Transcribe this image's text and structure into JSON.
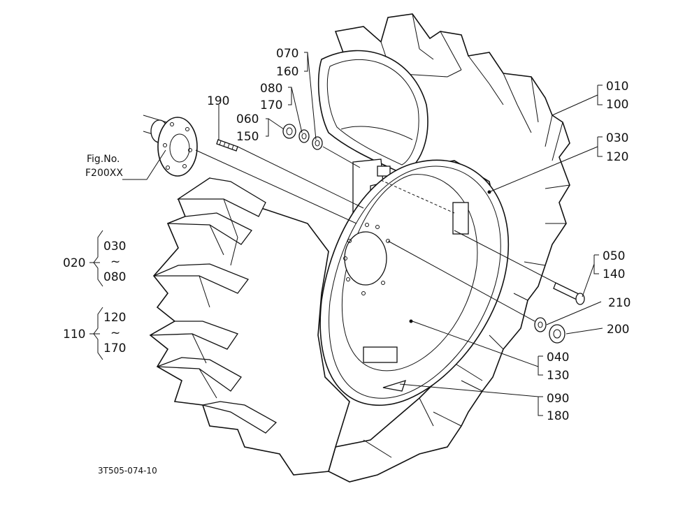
{
  "drawing": {
    "figure_ref": {
      "line1": "Fig.No.",
      "line2": "F200XX"
    },
    "drawing_number": "3T505-074-10",
    "callouts": {
      "c010": "010",
      "c100": "100",
      "c030": "030",
      "c120": "120",
      "c050": "050",
      "c140": "140",
      "c210": "210",
      "c200": "200",
      "c040": "040",
      "c130": "130",
      "c090": "090",
      "c180": "180",
      "c070": "070",
      "c160": "160",
      "c080": "080",
      "c170": "170",
      "c060": "060",
      "c150": "150",
      "c190": "190"
    },
    "groups": [
      {
        "id": "020",
        "from": "030",
        "tilde": "~",
        "to": "080"
      },
      {
        "id": "110",
        "from": "120",
        "tilde": "~",
        "to": "170"
      }
    ]
  }
}
